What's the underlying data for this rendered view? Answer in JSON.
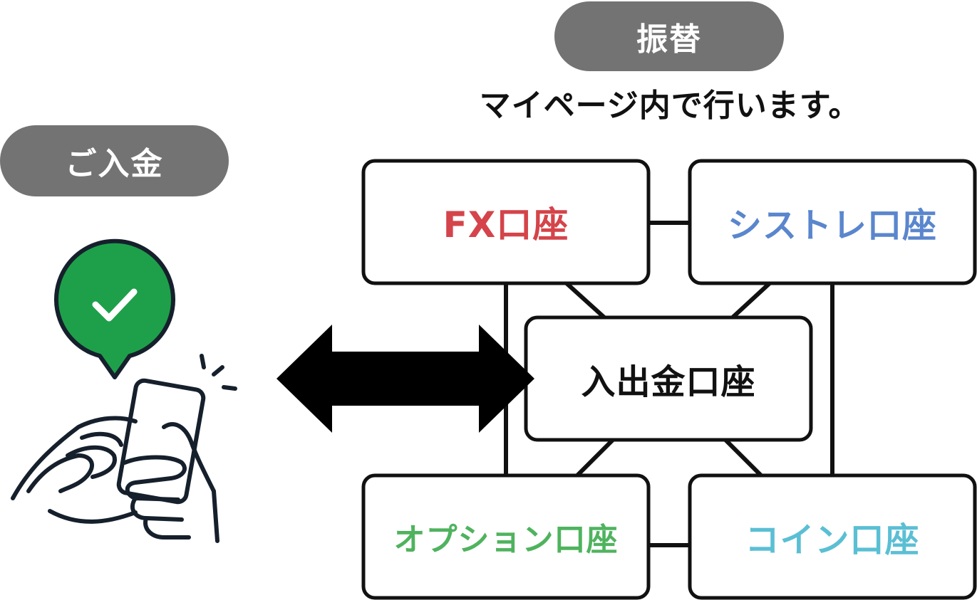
{
  "deposit": {
    "label": "ご入金"
  },
  "transfer": {
    "label": "振替",
    "note": "マイページ内で行います。"
  },
  "accounts": {
    "fx": {
      "label": "FX口座",
      "color": "#d4444a"
    },
    "systre": {
      "label": "シストレ口座",
      "color": "#5a86cd"
    },
    "center": {
      "label": "入出金口座",
      "color": "#111111"
    },
    "option": {
      "label": "オプション口座",
      "color": "#4fb35e"
    },
    "coin": {
      "label": "コイン口座",
      "color": "#5bbfd4"
    }
  },
  "colors": {
    "pill": "#737373",
    "check": "#1ea04a",
    "line": "#111111"
  },
  "icons": {
    "deposit": "phone-with-check-icon",
    "arrow": "double-arrow-icon"
  }
}
